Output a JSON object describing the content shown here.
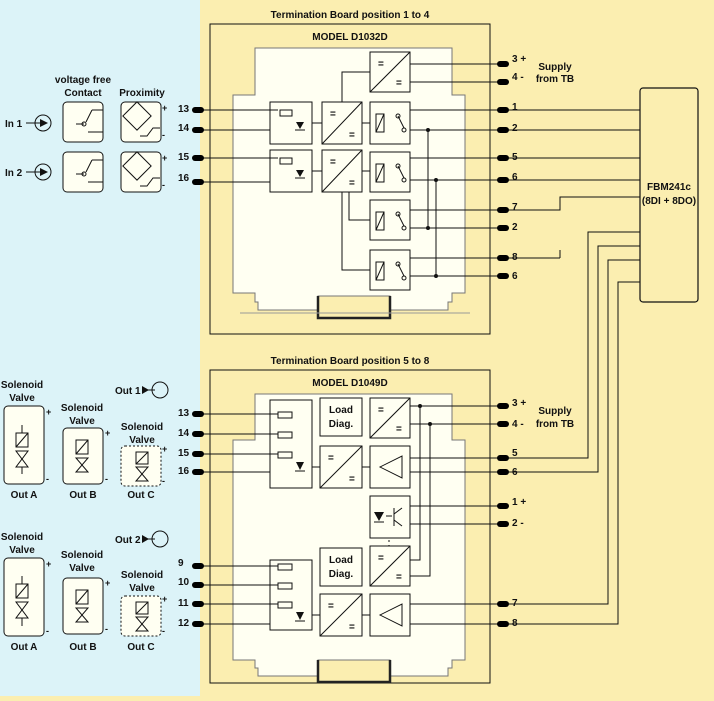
{
  "colors": {
    "left_bg": "#dcf3f8",
    "right_bg": "#fbeeb0",
    "module_fill": "#fffff2",
    "line": "#111111"
  },
  "board1": {
    "title": "Termination Board  position 1 to 4",
    "model": "MODEL D1032D",
    "header_left": {
      "contact": [
        "voltage free",
        "Contact"
      ],
      "proximity": "Proximity"
    },
    "inputs": [
      "In 1",
      "In 2"
    ],
    "left_terminals": [
      "13",
      "14",
      "15",
      "16"
    ],
    "right_terminals": [
      "3 +",
      "4 -",
      "1",
      "2",
      "5",
      "6",
      "7",
      "2",
      "8",
      "6"
    ],
    "supply": [
      "Supply",
      "from TB"
    ]
  },
  "fbm": {
    "name": "FBM241c",
    "detail": "(8DI + 8DO)"
  },
  "board2": {
    "title": "Termination Board  position 5 to 8",
    "model": "MODEL D1049D",
    "load_diag": [
      "Load",
      "Diag."
    ],
    "left_terminals": [
      "13",
      "14",
      "15",
      "16",
      "9",
      "10",
      "11",
      "12"
    ],
    "right_terminals": [
      "3 +",
      "4 -",
      "5",
      "6",
      "1 +",
      "2 -",
      "7",
      "8"
    ],
    "supply": [
      "Supply",
      "from TB"
    ],
    "outputs": [
      "Out 1",
      "Out 2"
    ],
    "valve_labels": {
      "a": [
        "Solenoid",
        "Valve"
      ],
      "b": [
        "Solenoid",
        "Valve"
      ],
      "c": [
        "Solenoid",
        "Valve"
      ]
    },
    "out_labels": [
      "Out A",
      "Out B",
      "Out C"
    ]
  }
}
